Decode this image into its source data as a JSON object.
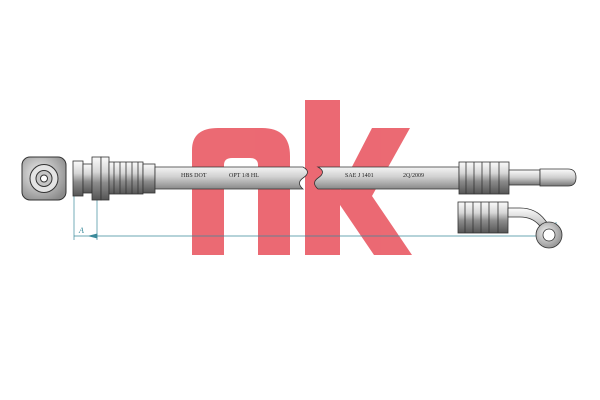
{
  "drawing": {
    "type": "brake-hose-technical-drawing",
    "hose_markings": [
      "HBS DOT",
      "OPT 1/8 HL",
      "SAE J 1401",
      "2Q/2009"
    ],
    "dimension_label": "A",
    "line_color": "#3a8a9a"
  },
  "logo": {
    "text": "nk",
    "color": "#e8505b"
  }
}
